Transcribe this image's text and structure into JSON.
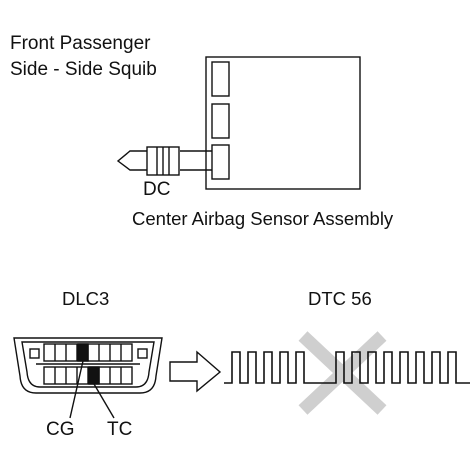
{
  "squib": {
    "line1": "Front Passenger",
    "line2": "Side - Side Squib"
  },
  "connector": {
    "label": "DC"
  },
  "sensor": {
    "label": "Center Airbag Sensor Assembly"
  },
  "dlc": {
    "label": "DLC3",
    "pin_cg": "CG",
    "pin_tc": "TC"
  },
  "dtc": {
    "label": "DTC 56"
  },
  "colors": {
    "line": "#111111",
    "cross": "#cfcfcf",
    "background": "#ffffff"
  }
}
